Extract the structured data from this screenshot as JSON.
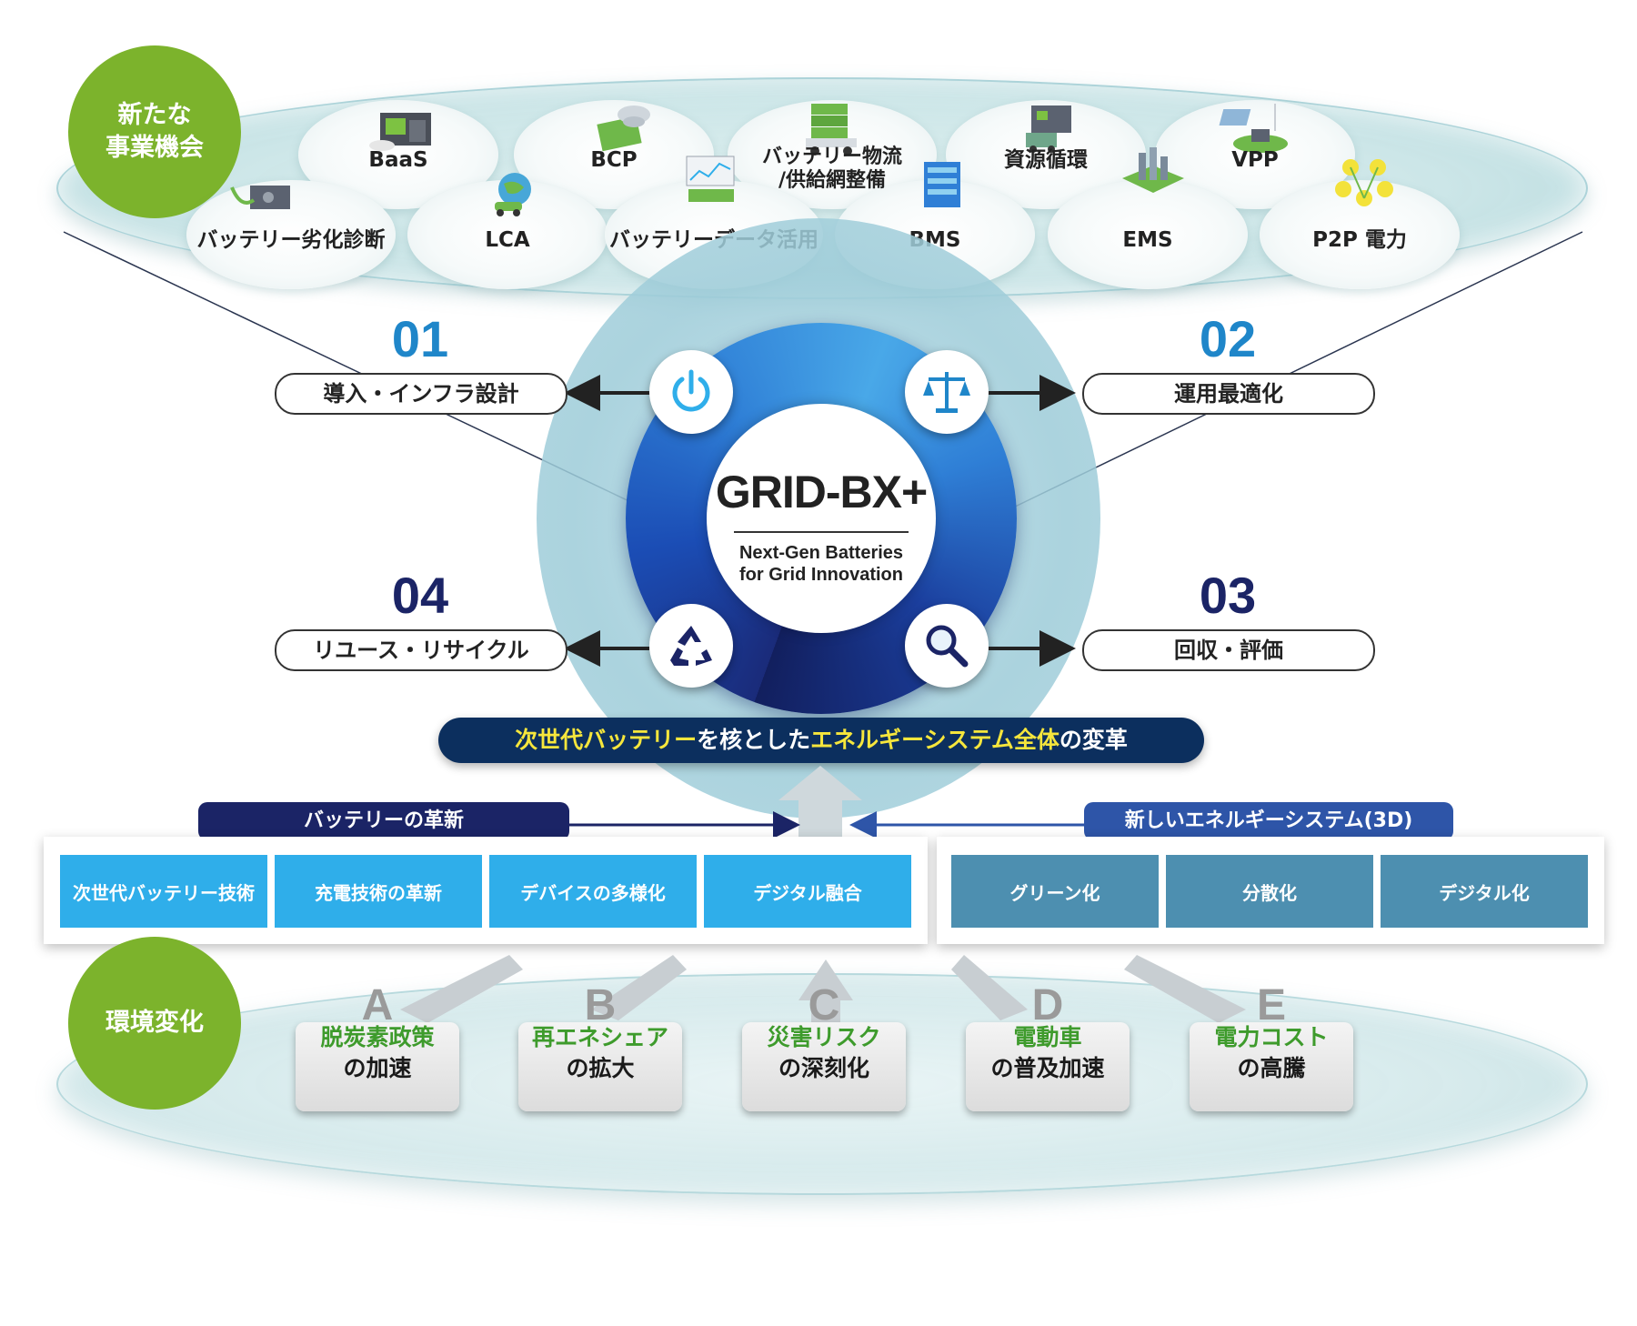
{
  "opportunities": {
    "badge": "新たな\n事業機会",
    "items": [
      {
        "label": "BaaS"
      },
      {
        "label": "BCP"
      },
      {
        "label": "バッテリー物流\n/供給網整備"
      },
      {
        "label": "資源循環"
      },
      {
        "label": "VPP"
      },
      {
        "label": "バッテリー劣化診断"
      },
      {
        "label": "LCA"
      },
      {
        "label": "バッテリーデータ活用"
      },
      {
        "label": "BMS"
      },
      {
        "label": "EMS"
      },
      {
        "label": "P2P 電力"
      }
    ]
  },
  "core": {
    "title": "GRID-BX+",
    "subtitle_line1": "Next-Gen Batteries",
    "subtitle_line2": "for Grid Innovation"
  },
  "steps": [
    {
      "num": "01",
      "label": "導入・インフラ設計",
      "icon": "power-icon"
    },
    {
      "num": "02",
      "label": "運用最適化",
      "icon": "balance-scale-icon"
    },
    {
      "num": "03",
      "label": "回収・評価",
      "icon": "magnifier-icon"
    },
    {
      "num": "04",
      "label": "リユース・リサイクル",
      "icon": "recycle-icon"
    }
  ],
  "banner": {
    "part1": "次世代バッテリー",
    "part2": "を核とした",
    "part3": "エネルギーシステム全体",
    "part4": "の変革"
  },
  "battery_innovation": {
    "title": "バッテリーの革新",
    "cells": [
      "次世代バッテリー技術",
      "充電技術の革新",
      "デバイスの多様化",
      "デジタル融合"
    ]
  },
  "energy_system": {
    "title": "新しいエネルギーシステム(3D)",
    "cells": [
      "グリーン化",
      "分散化",
      "デジタル化"
    ]
  },
  "environment": {
    "badge": "環境変化",
    "items": [
      {
        "letter": "A",
        "line1": "脱炭素政策",
        "line2": "の加速"
      },
      {
        "letter": "B",
        "line1": "再エネシェア",
        "line2": "の拡大"
      },
      {
        "letter": "C",
        "line1": "災害リスク",
        "line2": "の深刻化"
      },
      {
        "letter": "D",
        "line1": "電動車",
        "line2": "の普及加速"
      },
      {
        "letter": "E",
        "line1": "電力コスト",
        "line2": "の高騰"
      }
    ]
  },
  "colors": {
    "green": "#7cb32c",
    "navy": "#1b2466",
    "blue_cells": "#2faeea",
    "steel_cells": "#4d8fb0",
    "banner": "#0c2f5e",
    "highlight": "#f6e63c",
    "step_blue": "#1f86c9"
  }
}
